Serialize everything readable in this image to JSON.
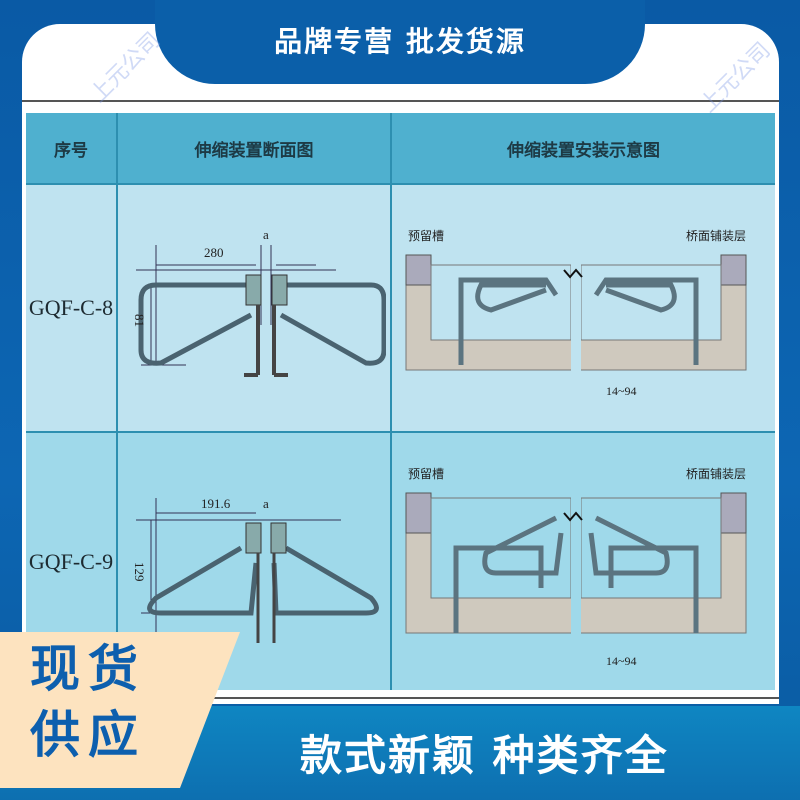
{
  "banner": {
    "top_title": "品牌专营 批发货源"
  },
  "table": {
    "headers": [
      "序号",
      "伸缩装置断面图",
      "伸缩装置安装示意图"
    ],
    "rows": [
      {
        "model": "GQF-C-8",
        "section": {
          "width_dim": "280",
          "height_dim": "81",
          "gap_label": "a"
        },
        "install": {
          "left_label": "预留槽",
          "right_label": "桥面铺装层",
          "gap_range": "14~94"
        }
      },
      {
        "model": "GQF-C-9",
        "section": {
          "width_dim": "191.6",
          "height_dim": "129",
          "gap_label": "a"
        },
        "install": {
          "left_label": "预留槽",
          "right_label": "桥面铺装层",
          "gap_range": "14~94"
        }
      }
    ]
  },
  "badge": {
    "line1": "现货",
    "line2": "供应"
  },
  "bottom": {
    "title": "款式新颖  种类齐全"
  },
  "watermark": {
    "text": "上元公司"
  },
  "colors": {
    "frame_blue": "#0b5fa9",
    "header_cyan": "#4fb0cf",
    "row1_bg": "#bfe3f0",
    "row2_bg": "#9fd9ea",
    "badge_bg": "#fde3bf",
    "badge_text": "#0d5fae"
  }
}
